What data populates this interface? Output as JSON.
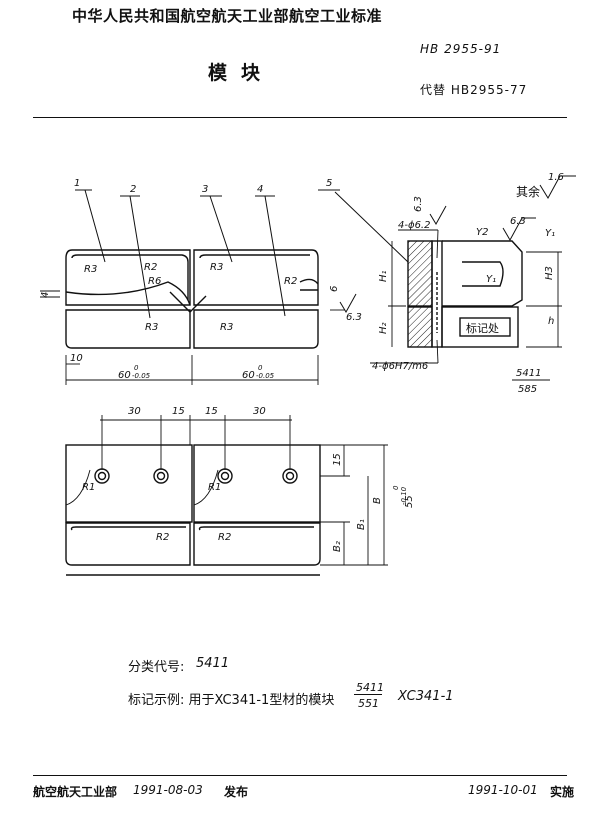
{
  "header": {
    "organization": "中华人民共和国航空航天工业部航空工业标准",
    "standard_code": "HB 2955-91",
    "title": "模块",
    "replaces": "代替 HB2955-77"
  },
  "drawing": {
    "part_numbers": [
      "1",
      "2",
      "3",
      "4",
      "5"
    ],
    "roughness_general": "其余",
    "roughness_values": [
      "1.6",
      "6.3",
      "6.3",
      "6.3"
    ],
    "labels": {
      "R3": "R3",
      "R2": "R2",
      "R6": "R6",
      "R1": "R1",
      "dim_4": "4",
      "dim_10": "10",
      "dim_6": "6",
      "dim_15": "15",
      "dim_30": "30",
      "len_60": "60",
      "tol_0": "0",
      "tol_005": "-0.05",
      "hole_top": "4-ϕ6.2",
      "hole_bottom": "4-ϕ6H7/m6",
      "Y1": "Y₁",
      "Y2": "Y2",
      "H1": "H₁",
      "H2": "H₂",
      "H3": "H3",
      "h": "h",
      "B": "B",
      "B1": "B₁",
      "B2": "B₂",
      "dim_55": "55",
      "tol_55_upper": "0",
      "tol_55_lower": "-0.10",
      "mark_position": "标记处",
      "class_fraction_top": "5411",
      "class_fraction_bottom": "585"
    }
  },
  "notes": {
    "classification_label": "分类代号:",
    "classification_value": "5411",
    "marking_label": "标记示例: 用于XC341-1型材的模块",
    "marking_fraction_top": "5411",
    "marking_fraction_bottom": "551",
    "marking_suffix": "XC341-1"
  },
  "footer": {
    "issuer": "航空航天工业部",
    "issue_date": "1991-08-03",
    "issue_word": "发布",
    "implement_date": "1991-10-01",
    "implement_word": "实施"
  }
}
